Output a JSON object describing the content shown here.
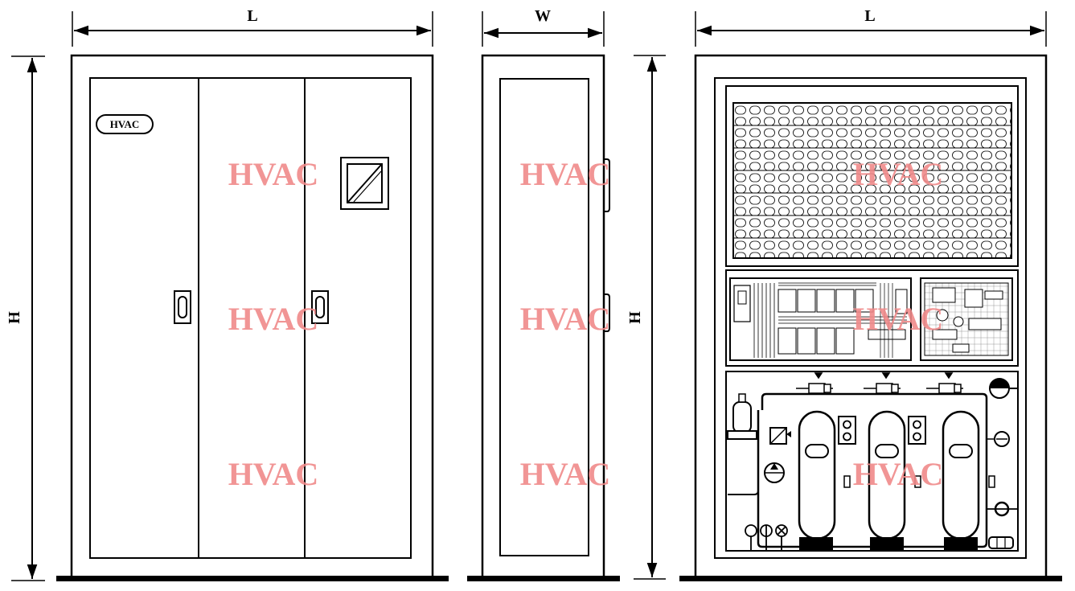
{
  "dimensions": {
    "front_length": "L",
    "front_height": "H",
    "side_width": "W",
    "back_length": "L",
    "back_height": "H"
  },
  "badge_text": "HVAC",
  "watermark": "HVAC",
  "colors": {
    "line": "#000000",
    "watermark": "#f08a8a",
    "background": "#ffffff"
  }
}
